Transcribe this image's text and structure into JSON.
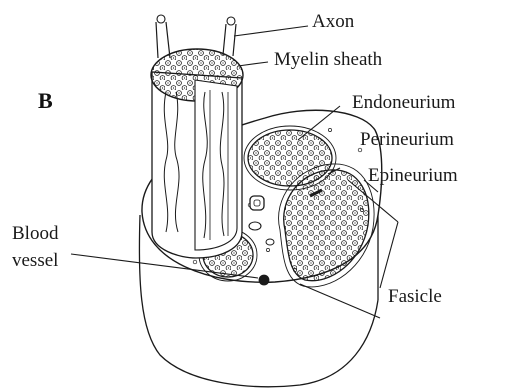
{
  "panel_letter": "B",
  "labels": {
    "axon": "Axon",
    "myelin_sheath": "Myelin sheath",
    "endoneurium": "Endoneurium",
    "perineurium": "Perineurium",
    "epineurium": "Epineurium",
    "blood_vessel_line1": "Blood",
    "blood_vessel_line2": "vessel",
    "fasicle": "Fasicle"
  },
  "colors": {
    "ink": "#1a1a1a",
    "paper": "#ffffff"
  }
}
